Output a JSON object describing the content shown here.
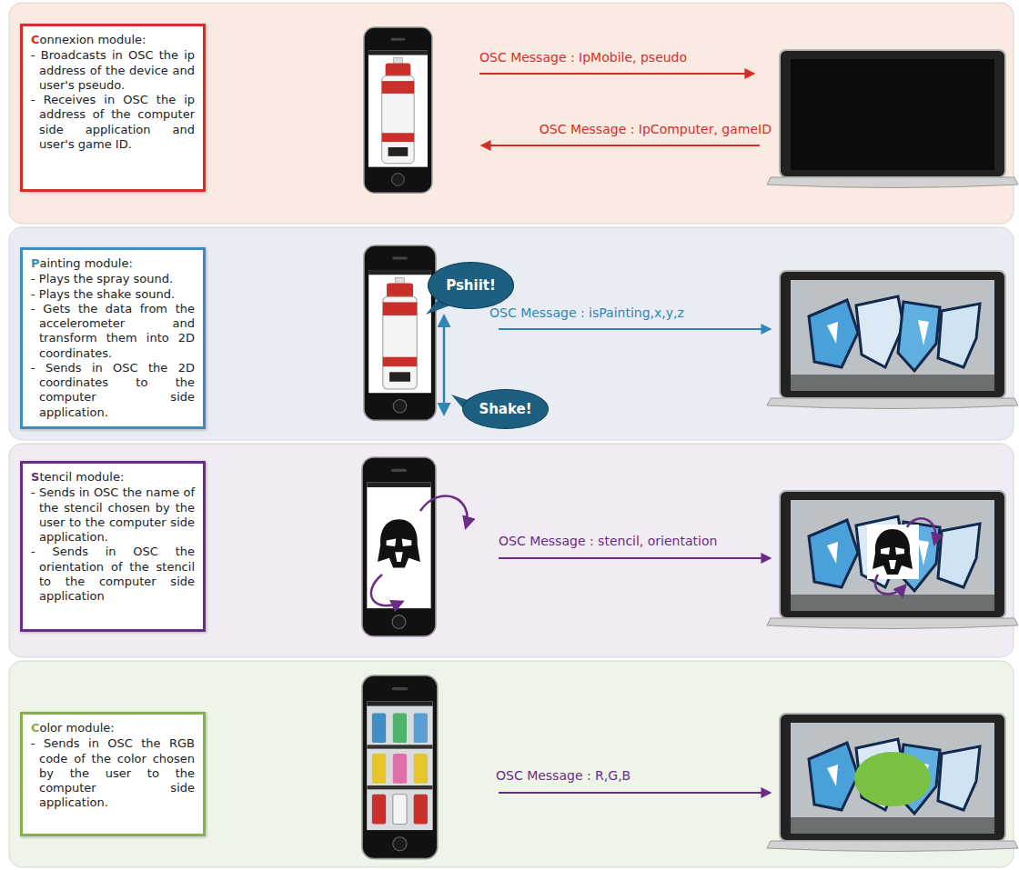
{
  "diagram": {
    "nodes": [
      {
        "text": [
          "Connexion module:",
          "- Broadcasts in OSC the ip address of the device and user's pseudo.",
          "- Receives in OSC the ip address of the computer side application and user's game ID."
        ]
      },
      {
        "text": [
          "Painting module:",
          "- Plays the spray sound.",
          "- Plays the shake sound.",
          "- Gets the data from the accelerometer and transform them into 2D coordinates.",
          "- Sends in OSC the 2D coordinates to the computer side application."
        ]
      },
      {
        "text": [
          "Pshiit!"
        ]
      },
      {
        "text": [
          "Shake!"
        ]
      },
      {
        "text": [
          "Stencil module:",
          "- Sends in OSC the name of the stencil chosen by the user to the computer side application.",
          "- Sends in OSC the orientation of the stencil to the computer side application"
        ]
      },
      {
        "text": [
          "Color module:",
          "- Sends in OSC the RGB code of the color chosen by the user to the computer side application."
        ]
      }
    ],
    "labels": [
      "OSC Message : IpMobile, pseudo",
      "OSC Message : IpComputer, gameID",
      "OSC Message : isPainting,x,y,z",
      "OSC Message : stencil, orientation",
      "OSC Message : R,G,B"
    ]
  }
}
